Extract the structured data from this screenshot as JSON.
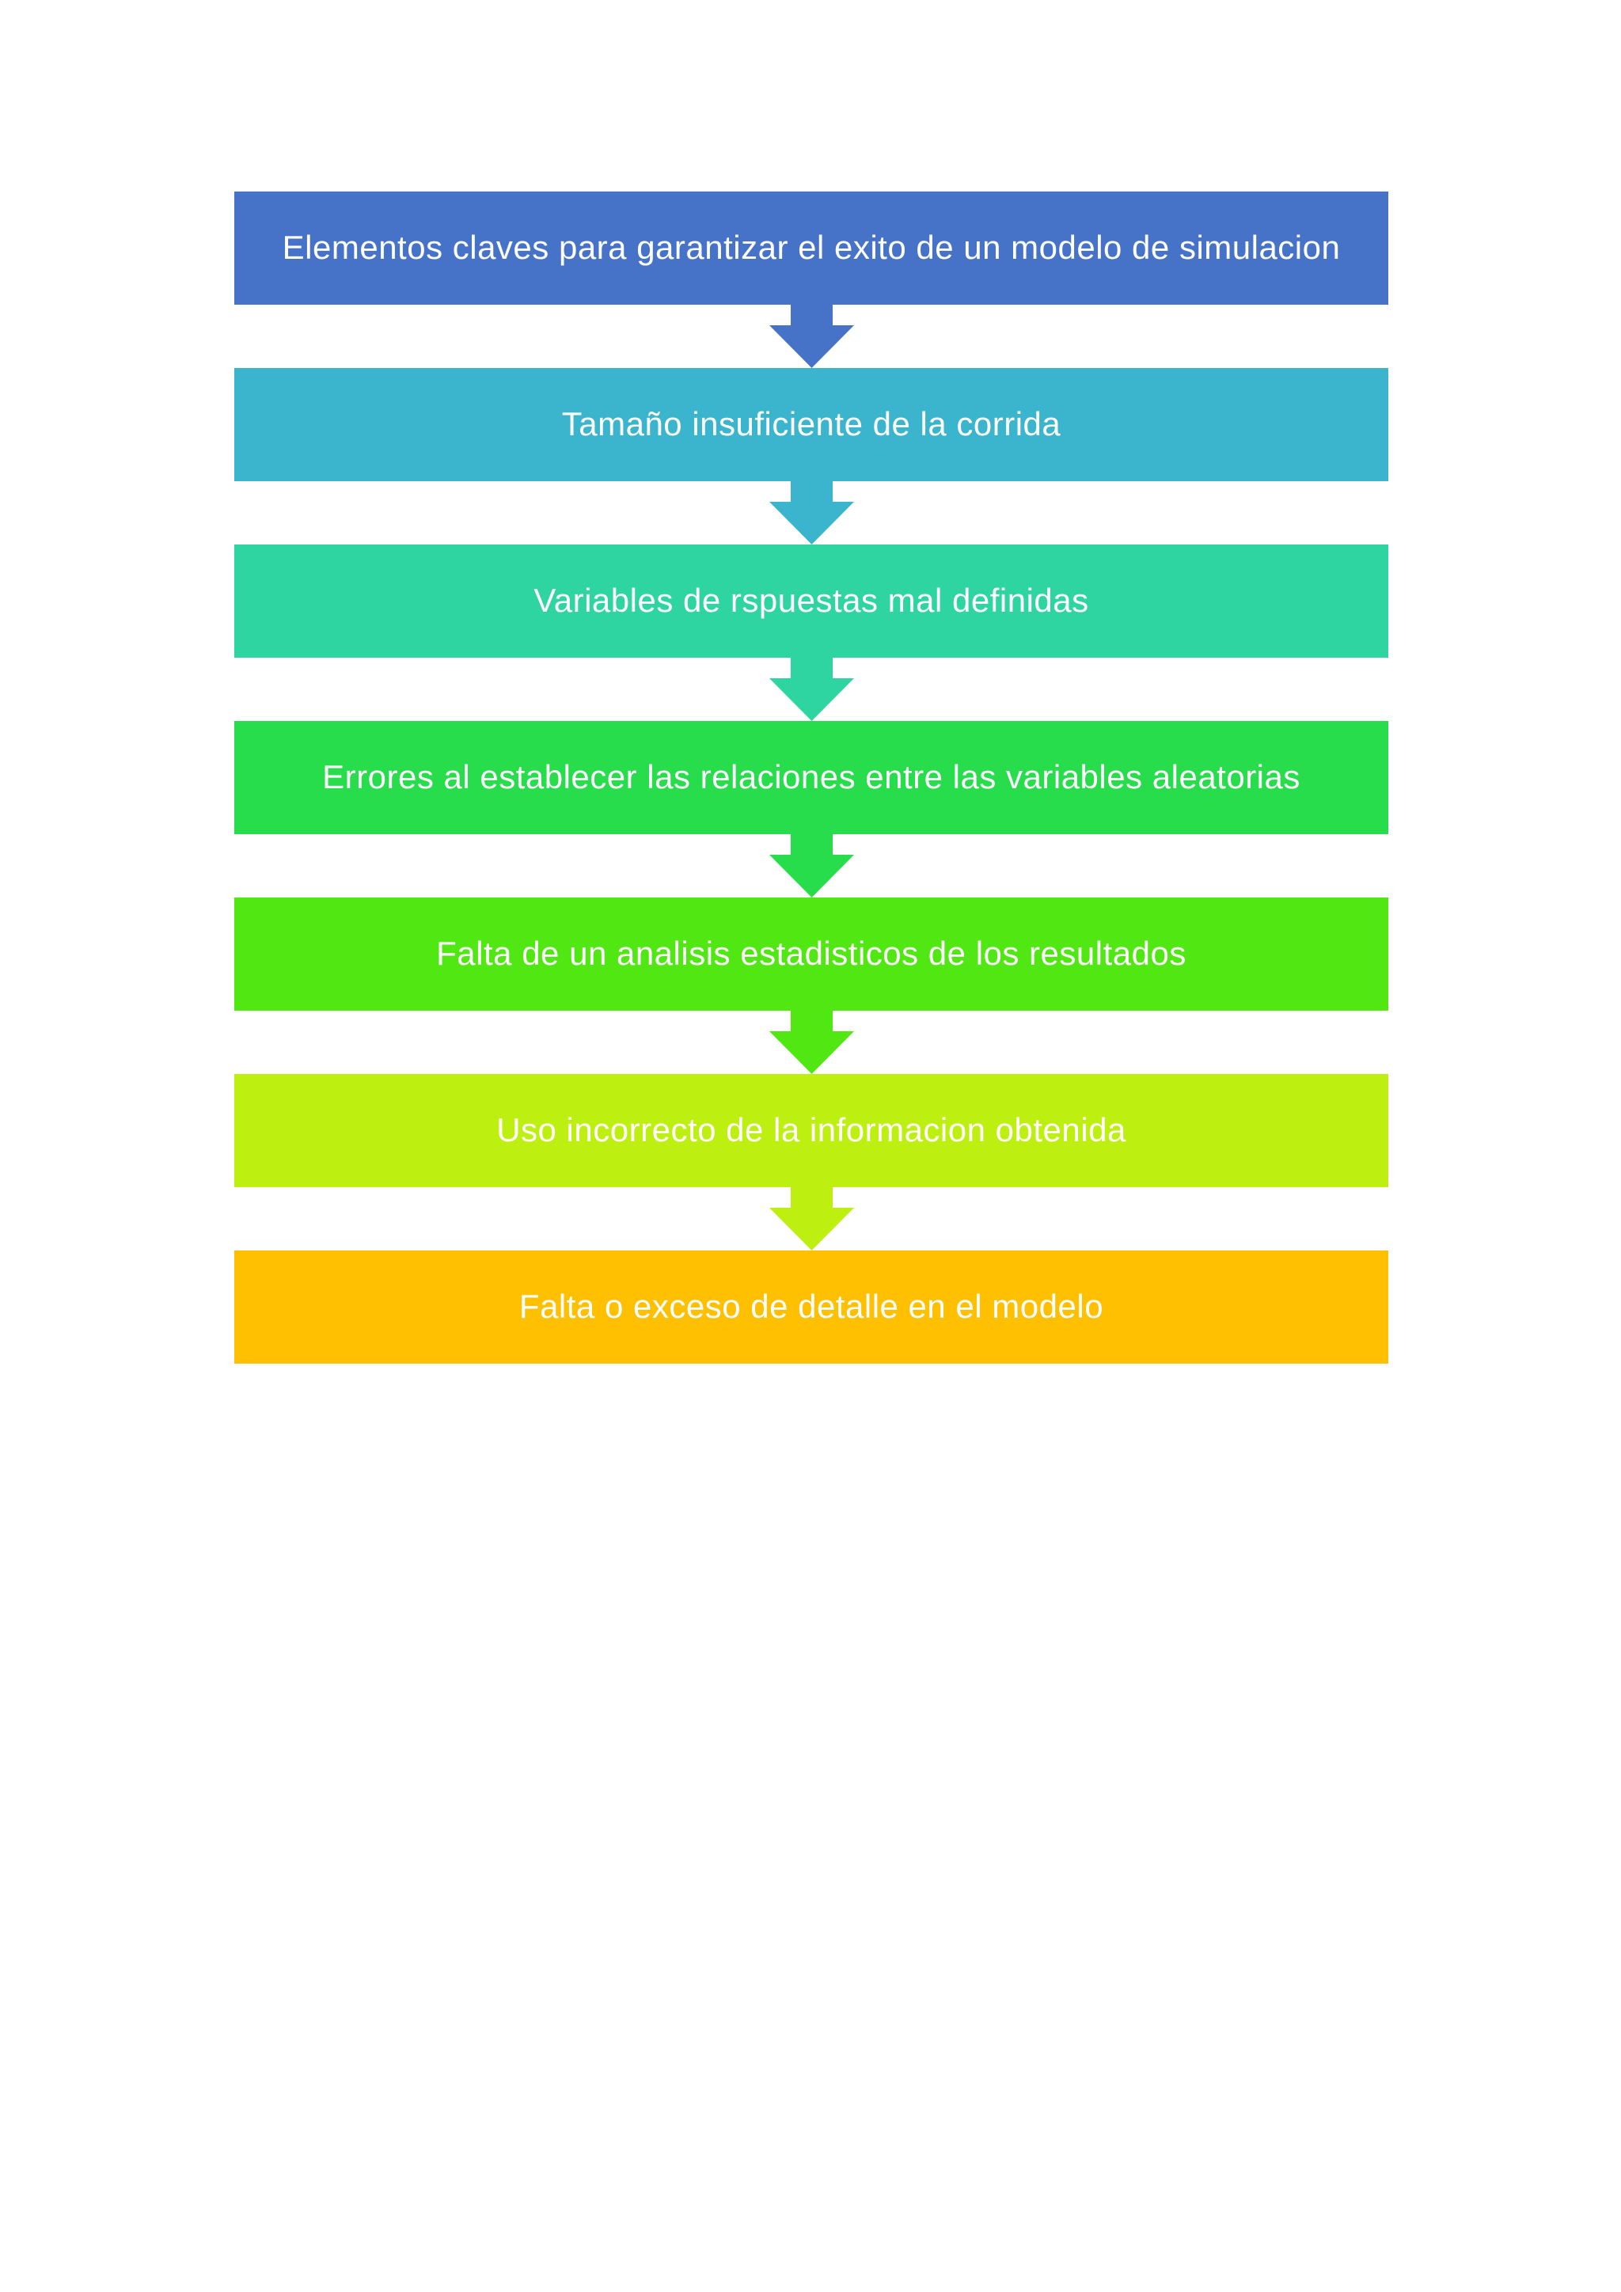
{
  "page": {
    "background": "#ffffff",
    "text_color": "#ffffff"
  },
  "diagram": {
    "type": "vertical-process-flowchart",
    "boxes": [
      {
        "label": "Elementos claves para garantizar el exito de un modelo de simulacion",
        "color": "#4673c8"
      },
      {
        "label": "Tamaño insuficiente de la corrida",
        "color": "#3bb5cd"
      },
      {
        "label": "Variables de rspuestas mal definidas",
        "color": "#2fd5a0"
      },
      {
        "label": "Errores al establecer las relaciones entre las variables aleatorias",
        "color": "#28dd4b"
      },
      {
        "label": "Falta de un analisis estadisticos de los resultados",
        "color": "#51e713"
      },
      {
        "label": "Uso incorrecto de la informacion obtenida",
        "color": "#bdf010"
      },
      {
        "label": "Falta o exceso de detalle en el modelo",
        "color": "#fec001"
      }
    ],
    "arrows": [
      {
        "color": "#4673c8"
      },
      {
        "color": "#3bb5cd"
      },
      {
        "color": "#2fd5a0"
      },
      {
        "color": "#28dd4b"
      },
      {
        "color": "#51e713"
      },
      {
        "color": "#bdf010"
      }
    ]
  }
}
